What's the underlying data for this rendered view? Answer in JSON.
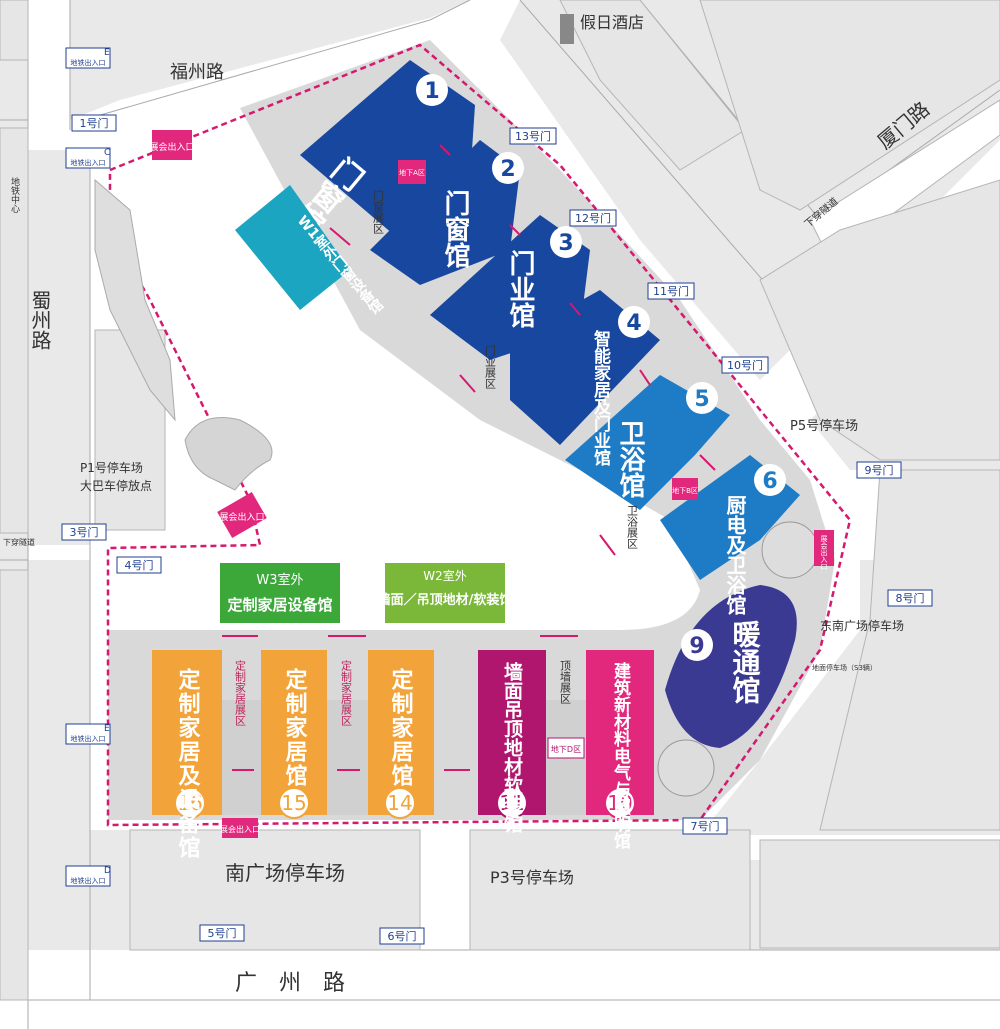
{
  "roads": {
    "fuzhou": "福州路",
    "xiamen": "厦门路",
    "shuzhou": "蜀州路",
    "guangzhou": "广　州　路",
    "tunnel": "下穿隧道",
    "tunnel_left": "下穿隧道"
  },
  "hotel": "假日酒店",
  "metro_center": "地铁中心",
  "metro_exits": [
    {
      "letter": "E",
      "text": "地铁出入口"
    },
    {
      "letter": "C",
      "text": "地铁出入口"
    },
    {
      "letter": "E",
      "text": "地铁出入口"
    },
    {
      "letter": "D",
      "text": "地铁出入口"
    }
  ],
  "gates": [
    "1号门",
    "3号门",
    "4号门",
    "5号门",
    "6号门",
    "7号门",
    "8号门",
    "9号门",
    "10号门",
    "11号门",
    "12号门",
    "13号门"
  ],
  "entrances": {
    "label": "展会出入口",
    "underground_a": "地下A区",
    "underground_d": "地下D区",
    "underground_b": "地下B区"
  },
  "parking": {
    "p1": "P1号停车场",
    "p1_sub": "大巴车停放点",
    "p5": "P5号停车场",
    "p3": "P3号停车场",
    "south": "南广场停车场",
    "southeast": "东南广场停车场",
    "southeast_sub": "地面停车场（S3辆）"
  },
  "halls": [
    {
      "num": "1",
      "name": "门窗馆",
      "color": "#17479e"
    },
    {
      "num": "2",
      "name": "门窗馆",
      "color": "#17479e"
    },
    {
      "num": "3",
      "name": "门业馆",
      "color": "#17479e"
    },
    {
      "num": "4",
      "name": "智能家居及门业馆",
      "color": "#17479e"
    },
    {
      "num": "5",
      "name": "卫浴馆",
      "color": "#1e7bc6"
    },
    {
      "num": "6",
      "name": "厨电及卫浴馆",
      "color": "#1e7bc6"
    },
    {
      "num": "9",
      "name": "暖通馆",
      "color": "#3a3a93"
    },
    {
      "num": "10",
      "name": "建筑新材料电气与照明馆",
      "color": "#e2287d"
    },
    {
      "num": "11",
      "name": "墙面吊顶地材软装馆",
      "color": "#b1166f"
    },
    {
      "num": "14",
      "name": "定制家居馆",
      "color": "#f2a43a"
    },
    {
      "num": "15",
      "name": "定制家居馆",
      "color": "#f2a43a"
    },
    {
      "num": "16",
      "name": "定制家居及设备馆",
      "color": "#f2a43a"
    }
  ],
  "outdoor": {
    "w1": "W1室外门窗设备馆",
    "w2_title": "W2室外",
    "w2_body": "墙面／吊顶地材/软装馆",
    "w3_title": "W3室外",
    "w3_body": "定制家居设备馆"
  },
  "zones": {
    "door_window": "门窗展区",
    "door": "门业展区",
    "bath": "卫浴展区",
    "custom": "定制家居展区",
    "ceiling": "顶墙展区"
  },
  "colors": {
    "navy": "#17479e",
    "blue": "#1e7bc6",
    "teal": "#1ba5c0",
    "green": "#3ca83a",
    "lime": "#7bb83a",
    "orange": "#f2a43a",
    "magenta": "#b1166f",
    "pink": "#e2287d",
    "indigo": "#3a3a93",
    "gate": "#1f3f8f"
  }
}
